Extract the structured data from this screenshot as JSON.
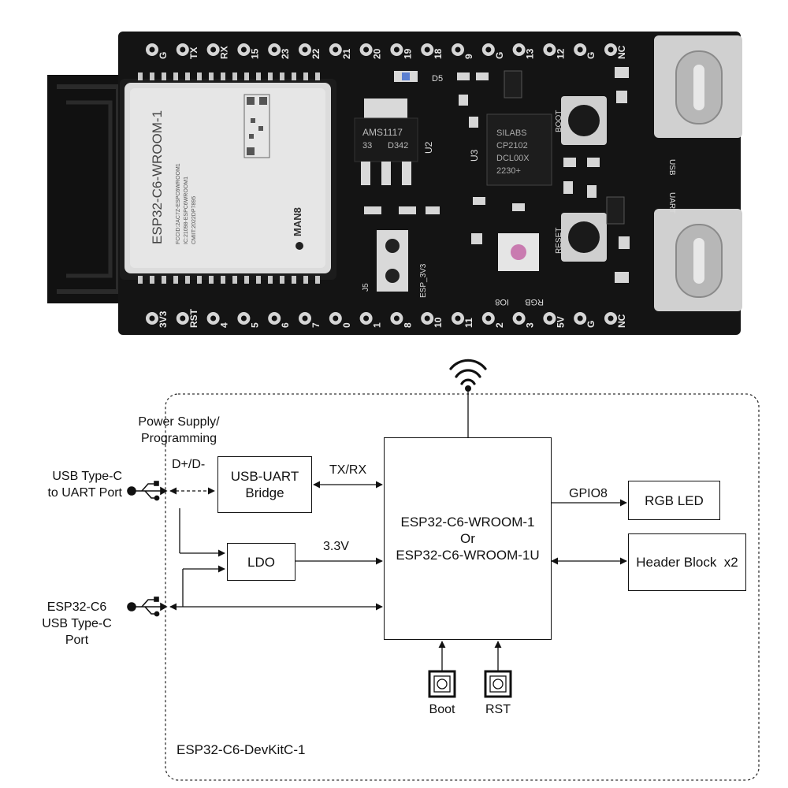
{
  "board": {
    "top_pins": [
      "G",
      "TX",
      "RX",
      "15",
      "23",
      "22",
      "21",
      "20",
      "19",
      "18",
      "9",
      "G",
      "13",
      "12",
      "G",
      "NC"
    ],
    "bottom_pins": [
      "3V3",
      "RST",
      "4",
      "5",
      "6",
      "7",
      "0",
      "1",
      "8",
      "10",
      "11",
      "2",
      "3",
      "5V",
      "G",
      "NC"
    ],
    "module_label": "ESP32-C6-WROOM-1",
    "module_small_text": [
      "FCCID:2AC7Z-ESPC6WROOM1",
      "IC:21098-ESPC6WROOM1",
      "CMIIT:2022DP7895"
    ],
    "module_logo": "MAN8",
    "regulator_text": "AMS1117",
    "regulator_sub": [
      "33",
      "D342"
    ],
    "regulator_ref": "U2",
    "uart_chip_text": [
      "SILABS",
      "CP2102",
      "DCL00X",
      "2230+"
    ],
    "uart_chip_ref": "U3",
    "boot_label": "BOOT",
    "reset_label": "RESET",
    "led_ref": "D5",
    "rgb_label": "RGB",
    "io8_label": "IO8",
    "esp_3v3_label": "ESP_3V3",
    "j5_label": "J5",
    "usb_label": "USB",
    "uart_label": "UART"
  },
  "diagram": {
    "power_label_line1": "Power Supply/",
    "power_label_line2": "Programming",
    "uart_port_line1": "USB Type-C",
    "uart_port_line2": "to UART Port",
    "esp_port_line1": "ESP32-C6",
    "esp_port_line2": "USB Type-C",
    "esp_port_line3": "Port",
    "dplus_label": "D+/D-",
    "usb_uart_line1": "USB-UART",
    "usb_uart_line2": "Bridge",
    "txrx_label": "TX/RX",
    "ldo_label": "LDO",
    "v33_label": "3.3V",
    "main_line1": "ESP32-C6-WROOM-1",
    "main_line2": "Or",
    "main_line3": "ESP32-C6-WROOM-1U",
    "gpio8_label": "GPIO8",
    "rgb_led_label": "RGB LED",
    "header_label": "Header Block  x2",
    "boot_label": "Boot",
    "rst_label": "RST",
    "devkit_label": "ESP32-C6-DevKitC-1"
  }
}
